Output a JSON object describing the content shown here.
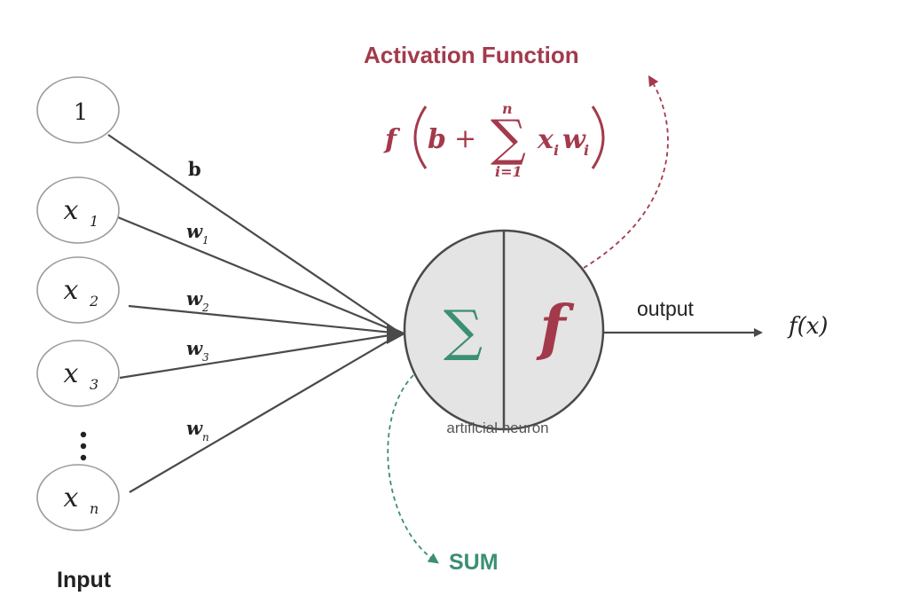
{
  "labels": {
    "activation_function": "Activation Function",
    "sum": "SUM",
    "input": "Input",
    "output": "output",
    "output_value": "f(x)",
    "neuron_caption": "artificial neuron",
    "sum_symbol": "∑",
    "func_symbol": "f"
  },
  "formula": {
    "f": "f",
    "b": "b",
    "plus": "+",
    "sigma": "∑",
    "upper": "n",
    "lower": "i=1",
    "x": "x",
    "x_sub": "i",
    "w": "w",
    "w_sub": "i"
  },
  "inputs": [
    {
      "label": "1",
      "sub": ""
    },
    {
      "label": "x",
      "sub": "1"
    },
    {
      "label": "x",
      "sub": "2"
    },
    {
      "label": "x",
      "sub": "3"
    },
    {
      "label": "x",
      "sub": "n"
    }
  ],
  "weights": [
    {
      "label": "b",
      "sub": ""
    },
    {
      "label": "w",
      "sub": "1"
    },
    {
      "label": "w",
      "sub": "2"
    },
    {
      "label": "w",
      "sub": "3"
    },
    {
      "label": "w",
      "sub": "n"
    }
  ],
  "colors": {
    "activation": "#a33a4c",
    "sum": "#3c8f72",
    "line": "#4a4a4a",
    "neuron_fill": "#e4e4e4",
    "text": "#222222"
  }
}
